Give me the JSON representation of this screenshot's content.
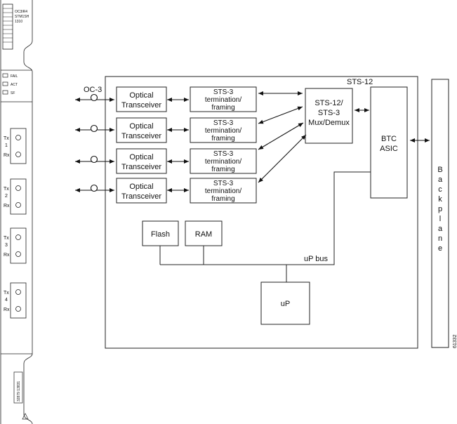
{
  "faceplate": {
    "card_label": [
      "OC3IR4",
      "STM1SH",
      "1310"
    ],
    "leds": [
      "FAIL",
      "ACT",
      "SF"
    ],
    "ports": [
      {
        "tx": "Tx",
        "num": "1",
        "rx": "Rx"
      },
      {
        "tx": "Tx",
        "num": "2",
        "rx": "Rx"
      },
      {
        "tx": "Tx",
        "num": "3",
        "rx": "Rx"
      },
      {
        "tx": "Tx",
        "num": "4",
        "rx": "Rx"
      }
    ],
    "bottom_label": "32879 13831"
  },
  "diagram": {
    "oc3_label": "OC-3",
    "sts12_label": "STS-12",
    "transceivers": [
      [
        "Optical",
        "Transceiver"
      ],
      [
        "Optical",
        "Transceiver"
      ],
      [
        "Optical",
        "Transceiver"
      ],
      [
        "Optical",
        "Transceiver"
      ]
    ],
    "framers": [
      [
        "STS-3",
        "termination/",
        "framing"
      ],
      [
        "STS-3",
        "termination/",
        "framing"
      ],
      [
        "STS-3",
        "termination/",
        "framing"
      ],
      [
        "STS-3",
        "termination/",
        "framing"
      ]
    ],
    "mux": [
      "STS-12/",
      "STS-3",
      "Mux/Demux"
    ],
    "btc": [
      "BTC",
      "ASIC"
    ],
    "backplane": "Backplane",
    "flash": "Flash",
    "ram": "RAM",
    "up_bus": "uP bus",
    "up": "uP",
    "figure_id": "61332"
  }
}
